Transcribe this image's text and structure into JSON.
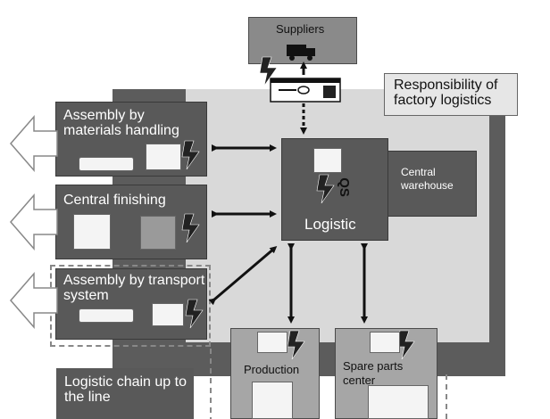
{
  "suppliers": "Suppliers",
  "responsibility": "Responsibility of factory logistics",
  "assembly_mh": "Assembly by materials handling",
  "central_finishing": "Central finishing",
  "assembly_ts": "Assembly by transport system",
  "logistic": "Logistic",
  "qs": "QS",
  "central_warehouse": "Central warehouse",
  "production": "Production",
  "spare_parts": "Spare parts center",
  "chain": "Logistic chain up to the line"
}
